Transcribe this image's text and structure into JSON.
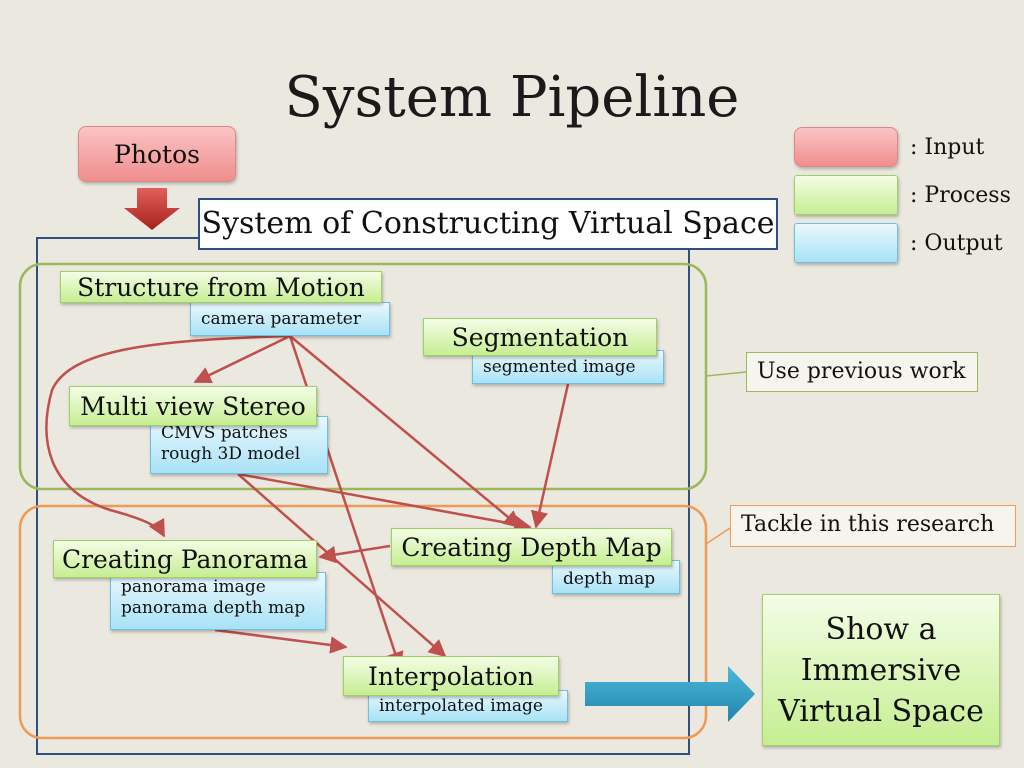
{
  "title": "System Pipeline",
  "input": {
    "photos": "Photos"
  },
  "system_box": {
    "label": "System of Constructing Virtual Space"
  },
  "legend": [
    {
      "label": ": Input",
      "color": "#f4a6a6"
    },
    {
      "label": ": Process",
      "color": "#d6f3b0"
    },
    {
      "label": ": Output",
      "color": "#bfe8f8"
    }
  ],
  "groups": {
    "previous": {
      "label": "Use previous work",
      "color": "#9bb85a"
    },
    "research": {
      "label": "Tackle in this research",
      "color": "#ef9a55"
    }
  },
  "processes": {
    "sfm": {
      "label": "Structure from Motion",
      "outputs": [
        "camera parameter"
      ]
    },
    "segmentation": {
      "label": "Segmentation",
      "outputs": [
        "segmented image"
      ]
    },
    "mvs": {
      "label": "Multi view Stereo",
      "outputs": [
        "CMVS patches",
        "rough 3D model"
      ]
    },
    "panorama": {
      "label": "Creating Panorama",
      "outputs": [
        "panorama image",
        "panorama depth map"
      ]
    },
    "depth": {
      "label": "Creating Depth Map",
      "outputs": [
        "depth map"
      ]
    },
    "interp": {
      "label": "Interpolation",
      "outputs": [
        "interpolated image"
      ]
    }
  },
  "result": {
    "line1": "Show a",
    "line2": "Immersive",
    "line3": "Virtual Space"
  },
  "edges": [
    {
      "from": "camera parameter",
      "to": "Multi view Stereo"
    },
    {
      "from": "camera parameter",
      "to": "Creating Panorama"
    },
    {
      "from": "camera parameter",
      "to": "Creating Depth Map"
    },
    {
      "from": "camera parameter",
      "to": "Interpolation"
    },
    {
      "from": "segmented image",
      "to": "Creating Depth Map"
    },
    {
      "from": "rough 3D model",
      "to": "Creating Depth Map"
    },
    {
      "from": "rough 3D model",
      "to": "Interpolation"
    },
    {
      "from": "depth map",
      "to": "Creating Panorama"
    },
    {
      "from": "panorama depth map",
      "to": "Interpolation"
    },
    {
      "from": "interpolated image",
      "to": "Show a Immersive Virtual Space"
    }
  ]
}
